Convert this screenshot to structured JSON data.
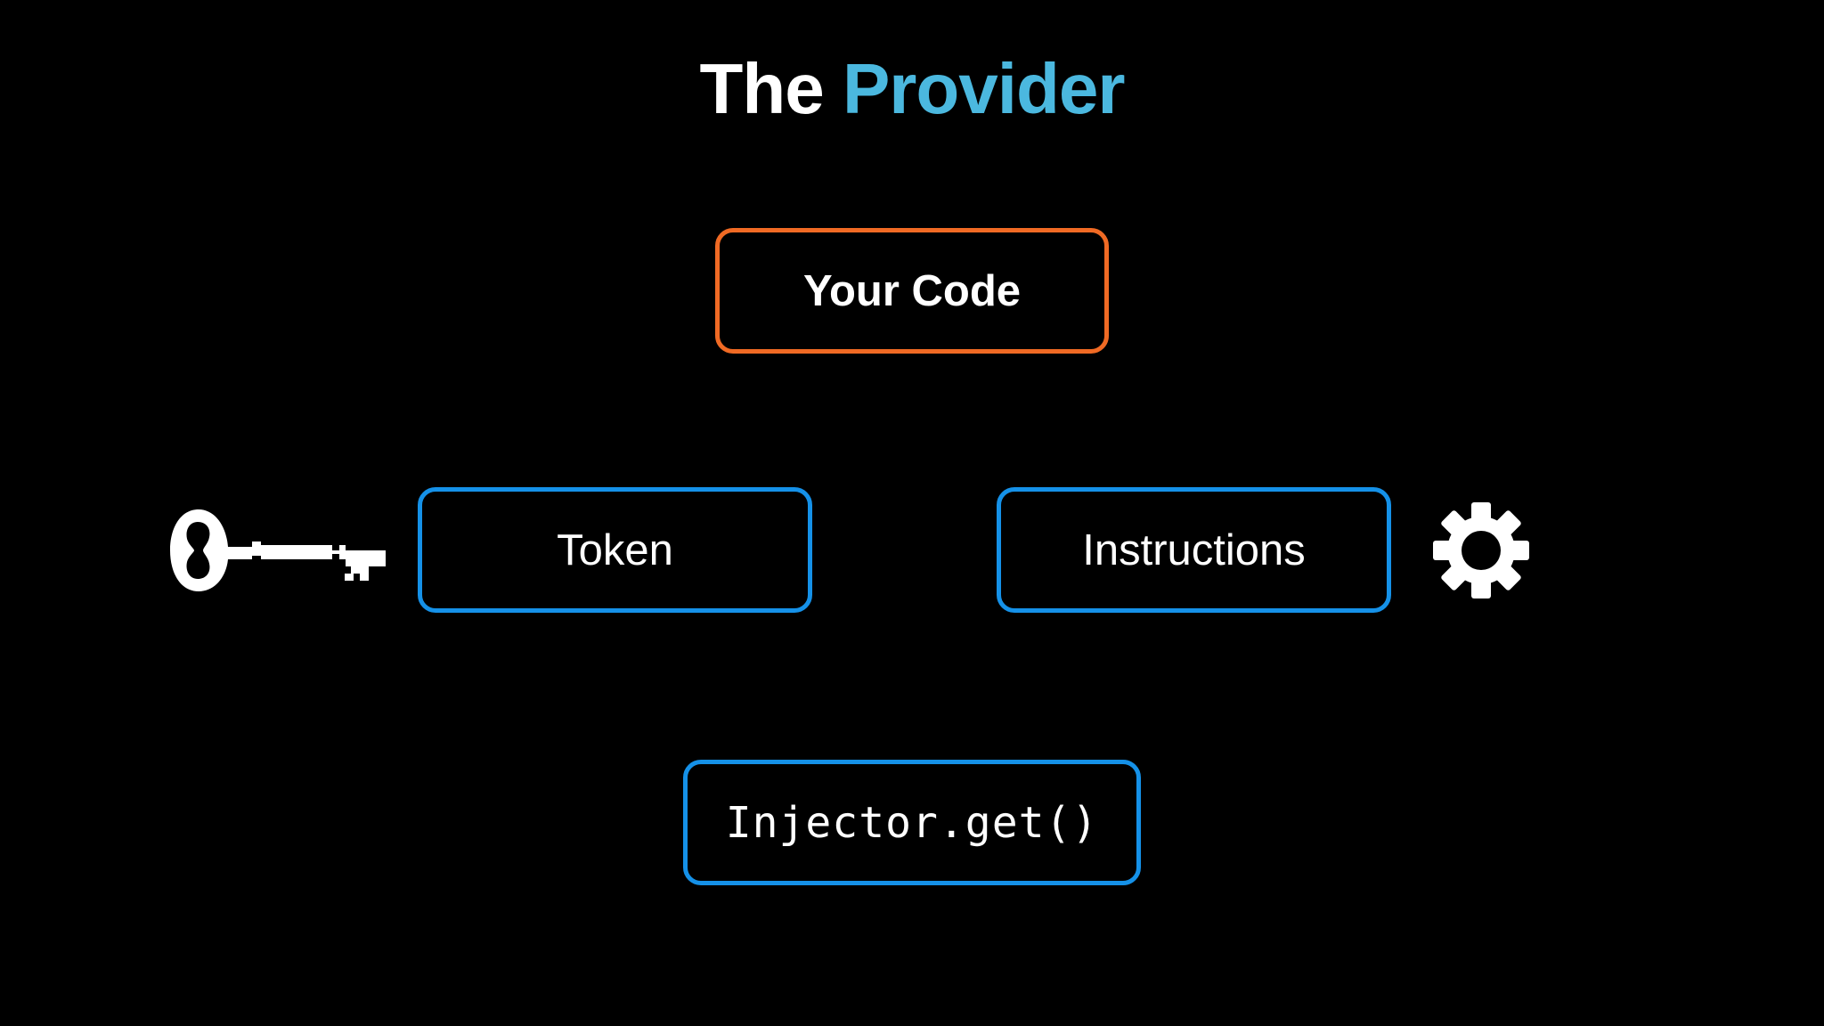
{
  "title": {
    "prefix": "The",
    "highlight": "Provider"
  },
  "boxes": {
    "your_code": "Your Code",
    "token": "Token",
    "instructions": "Instructions",
    "injector": "Injector.get()"
  },
  "icons": {
    "left": "key-icon",
    "right": "gear-icon"
  },
  "colors": {
    "background": "#000000",
    "title_accent": "#4bb8df",
    "orange_border": "#f06a24",
    "blue_border": "#1591e8",
    "text": "#ffffff"
  }
}
